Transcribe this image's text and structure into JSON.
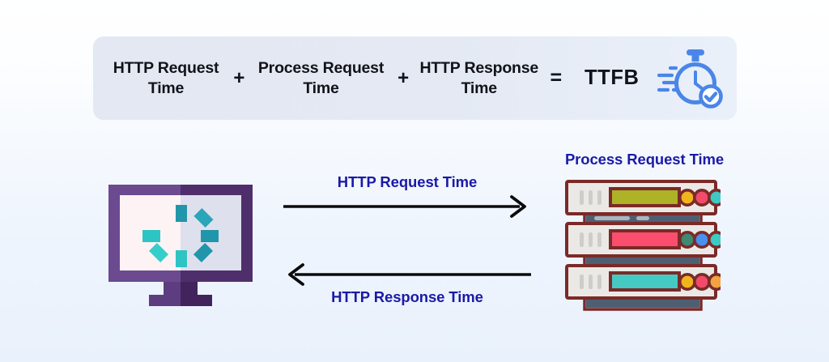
{
  "page": {
    "title": "TTFB Formula and HTTP Request/Response Flow Diagram",
    "background_top_color": "#ffffff",
    "background_bottom_color": "#e9f1fc"
  },
  "formula": {
    "background_color": "#e4e9f3",
    "text_color": "#12131a",
    "terms": [
      {
        "label": "HTTP Request\nTime",
        "line1": "HTTP Request",
        "line2": "Time"
      },
      {
        "label": "Process Request\nTime",
        "line1": "Process Request",
        "line2": "Time"
      },
      {
        "label": "HTTP Response\nTime",
        "line1": "HTTP Response",
        "line2": "Time"
      }
    ],
    "operator_plus": "+",
    "operator_equals": "=",
    "result_label": "TTFB",
    "icon": {
      "name": "stopwatch-icon",
      "color": "#4a86e8",
      "accent_color": "#3b7ae0"
    }
  },
  "diagram": {
    "client": {
      "name": "desktop-monitor-illustration",
      "bezel_color_left": "#6b4a8f",
      "bezel_color_right": "#4f2f6b",
      "screen_color_left": "#fdf3f4",
      "screen_color_right": "#dfe0ee",
      "spinner_colors": [
        "#2aa6b8",
        "#2196ab",
        "#2aa6b8",
        "#2fc4c4",
        "#35cfcb",
        "#2fc4c4",
        "#2aa6b8"
      ],
      "stand_color": "#5d3d80",
      "stand_color_dark": "#42235c"
    },
    "server": {
      "name": "server-rack-illustration",
      "border_color": "#7a2a28",
      "body_color": "#ebe9e6",
      "connector_color": "#4f5f72",
      "vent_color": "#cfcdca",
      "units": [
        {
          "bar_color": "#adb226",
          "leds": [
            "#f0b41c",
            "#f24a6a",
            "#3ec9c3"
          ]
        },
        {
          "bar_color": "#f94e6d",
          "leds": [
            "#3e8a72",
            "#4a90ef",
            "#3ec9c3"
          ]
        },
        {
          "bar_color": "#45c9c3",
          "leds": [
            "#f0b41c",
            "#f24a6a",
            "#f5a340"
          ]
        }
      ]
    },
    "labels": {
      "process_request_time": "Process Request  Time",
      "http_request_time": "HTTP Request Time",
      "http_response_time": "HTTP Response Time",
      "label_color": "#1a1aa8"
    },
    "arrows": {
      "request_direction": "right",
      "response_direction": "left",
      "color": "#0b0b0b"
    }
  }
}
